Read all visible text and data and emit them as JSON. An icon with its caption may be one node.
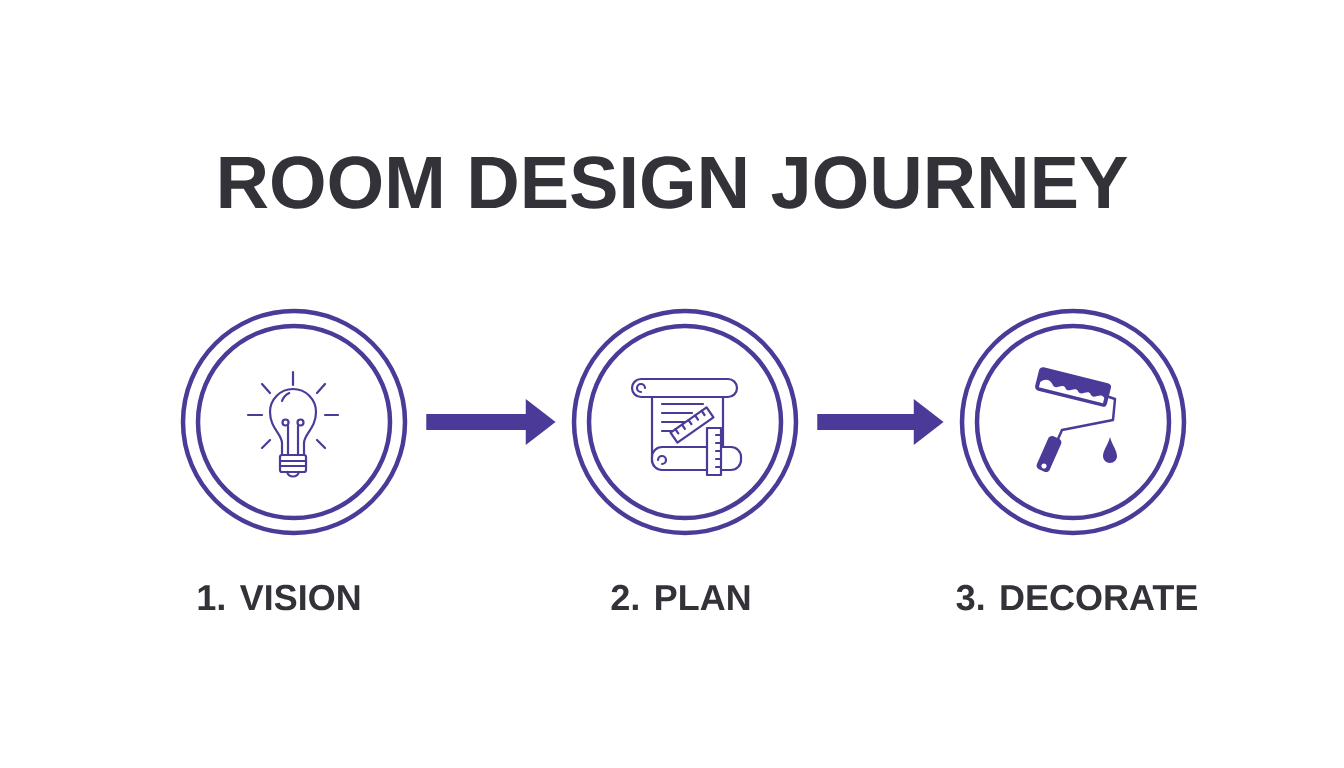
{
  "diagram": {
    "title": "ROOM DESIGN JOURNEY",
    "nodes": [
      {
        "text": [
          "1. VISION"
        ]
      },
      {
        "text": [
          "2. PLAN"
        ]
      },
      {
        "text": [
          "3. DECORATE"
        ]
      }
    ],
    "edges": [
      {
        "from": 0,
        "to": 1,
        "arrow": "to"
      },
      {
        "from": 1,
        "to": 2,
        "arrow": "to"
      }
    ]
  }
}
